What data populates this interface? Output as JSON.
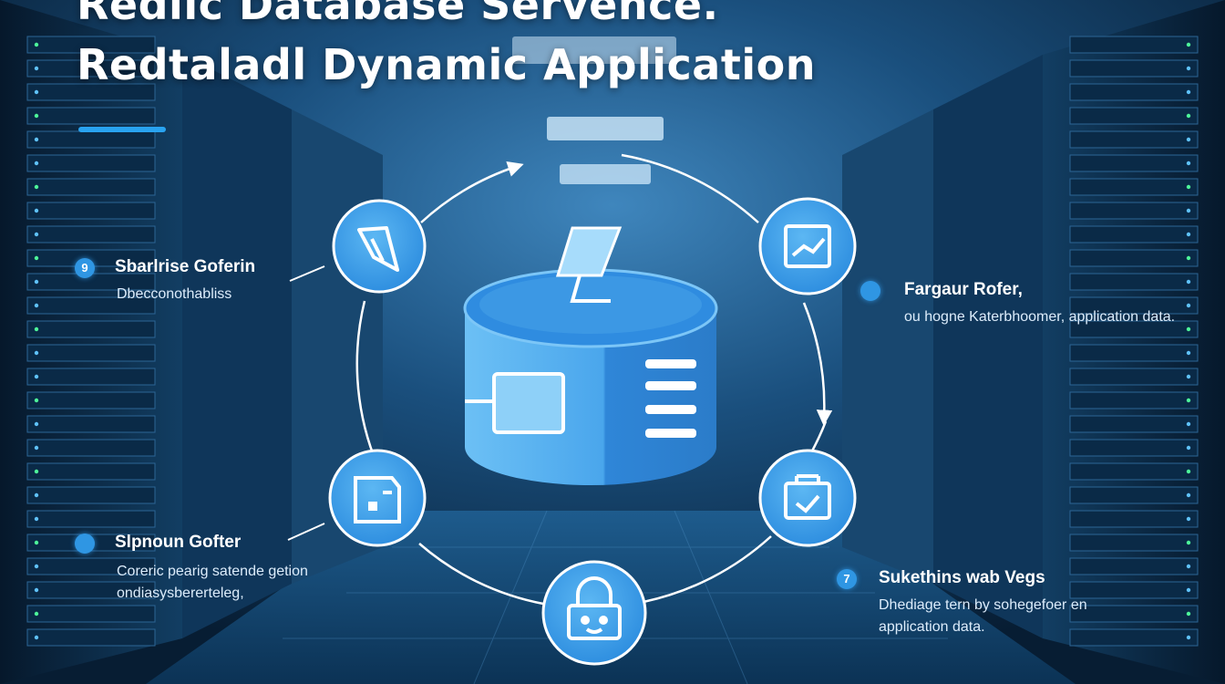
{
  "title": {
    "line1": "Redlic Database Servence.",
    "line2": "Redtaladl Dynamic Application"
  },
  "callouts": [
    {
      "badge": "9",
      "title": "Sbarlrise Goferin",
      "description": "Dbecconothabliss"
    },
    {
      "badge": "",
      "title": "Fargaur Rofer,",
      "description": "ou hogne Katerbhoomer, application data."
    },
    {
      "badge": "",
      "title": "Slpnoun Gofter",
      "description": "Coreric pearig satende getion ondiasysbererteleg,"
    },
    {
      "badge": "7",
      "title": "Sukethins wab Vegs",
      "description": "Dhediage tern by sohegefoer en application data."
    }
  ],
  "icons": {
    "database": "database-cylinder-icon",
    "node_top_left": "tag-icon",
    "node_top_right": "line-chart-icon",
    "node_bottom_left": "document-icon",
    "node_bottom_right": "checkbox-icon",
    "node_bottom": "lock-icon"
  },
  "colors": {
    "background": "#0b2a47",
    "accent": "#2f96e3",
    "node_fill": "#3fa2ec",
    "database_top": "#2f8ce0",
    "database_side": "#5bb2f0",
    "text": "#ffffff"
  }
}
